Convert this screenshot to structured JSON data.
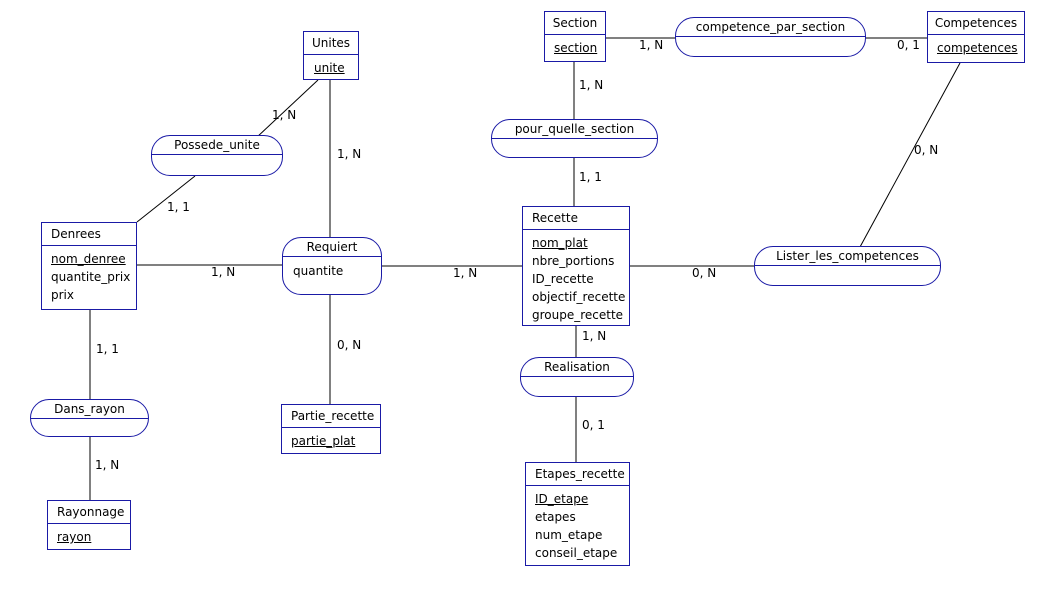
{
  "entities": {
    "unites": {
      "name": "Unites",
      "attributes": [
        "unite"
      ]
    },
    "section": {
      "name": "Section",
      "attributes": [
        "section"
      ]
    },
    "competences": {
      "name": "Competences",
      "attributes": [
        "competences"
      ]
    },
    "denrees": {
      "name": "Denrees",
      "attributes": [
        "nom_denree",
        "quantite_prix",
        "prix"
      ]
    },
    "recette": {
      "name": "Recette",
      "attributes": [
        "nom_plat",
        "nbre_portions",
        "ID_recette",
        "objectif_recette",
        "groupe_recette"
      ]
    },
    "partie_recette": {
      "name": "Partie_recette",
      "attributes": [
        "partie_plat"
      ]
    },
    "etapes_recette": {
      "name": "Etapes_recette",
      "attributes": [
        "ID_etape",
        "etapes",
        "num_etape",
        "conseil_etape"
      ]
    },
    "rayonnage": {
      "name": "Rayonnage",
      "attributes": [
        "rayon"
      ]
    }
  },
  "associations": {
    "competence_par_section": {
      "name": "competence_par_section",
      "attributes": []
    },
    "possede_unite": {
      "name": "Possede_unite",
      "attributes": []
    },
    "pour_quelle_section": {
      "name": "pour_quelle_section",
      "attributes": []
    },
    "requiert": {
      "name": "Requiert",
      "attributes": [
        "quantite"
      ]
    },
    "lister_les_competences": {
      "name": "Lister_les_competences",
      "attributes": []
    },
    "realisation": {
      "name": "Realisation",
      "attributes": []
    },
    "dans_rayon": {
      "name": "Dans_rayon",
      "attributes": []
    }
  },
  "cardinalities": {
    "section_competence": "1, N",
    "competences_competence": "0, 1",
    "unites_possede": "1, N",
    "unites_requiert": "1, N",
    "section_pour": "1, N",
    "competences_lister": "0, N",
    "denrees_possede": "1, 1",
    "recette_pour": "1, 1",
    "denrees_requiert": "1, N",
    "recette_requiert": "1, N",
    "recette_lister": "0, N",
    "partie_requiert": "0, N",
    "recette_realisation": "1, N",
    "denrees_dans_rayon": "1, 1",
    "etapes_realisation": "0, 1",
    "rayonnage_dans_rayon": "1, N"
  }
}
